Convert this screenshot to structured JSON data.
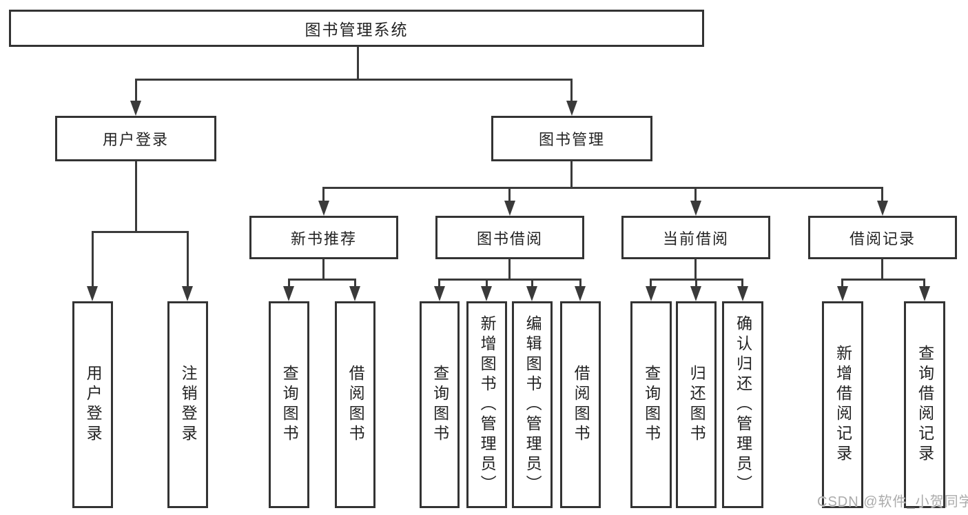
{
  "diagram_title": "图书管理系统",
  "colors": {
    "line": "#3a3a3a",
    "border": "#333333",
    "text": "#232323",
    "watermark": "#ababab",
    "background": "#ffffff"
  },
  "nodes": {
    "root": "图书管理系统",
    "user_login": "用户登录",
    "book_management": "图书管理",
    "new_book_recommend": "新书推荐",
    "book_borrow": "图书借阅",
    "current_borrow": "当前借阅",
    "borrow_records": "借阅记录",
    "leaf_user_login": "用户登录",
    "leaf_logout": "注销登录",
    "leaf_nbr_query_books": "查询图书",
    "leaf_nbr_borrow_books": "借阅图书",
    "leaf_bb_query_books": "查询图书",
    "leaf_bb_add_books_admin": "新增图书（管理员）",
    "leaf_bb_edit_books_admin": "编辑图书（管理员）",
    "leaf_bb_borrow_books": "借阅图书",
    "leaf_cb_query_books": "查询图书",
    "leaf_cb_return_books": "归还图书",
    "leaf_cb_confirm_return_admin": "确认归还（管理员）",
    "leaf_br_add_record": "新增借阅记录",
    "leaf_br_query_record": "查询借阅记录"
  },
  "watermark": "CSDN @软件_小贺同学"
}
